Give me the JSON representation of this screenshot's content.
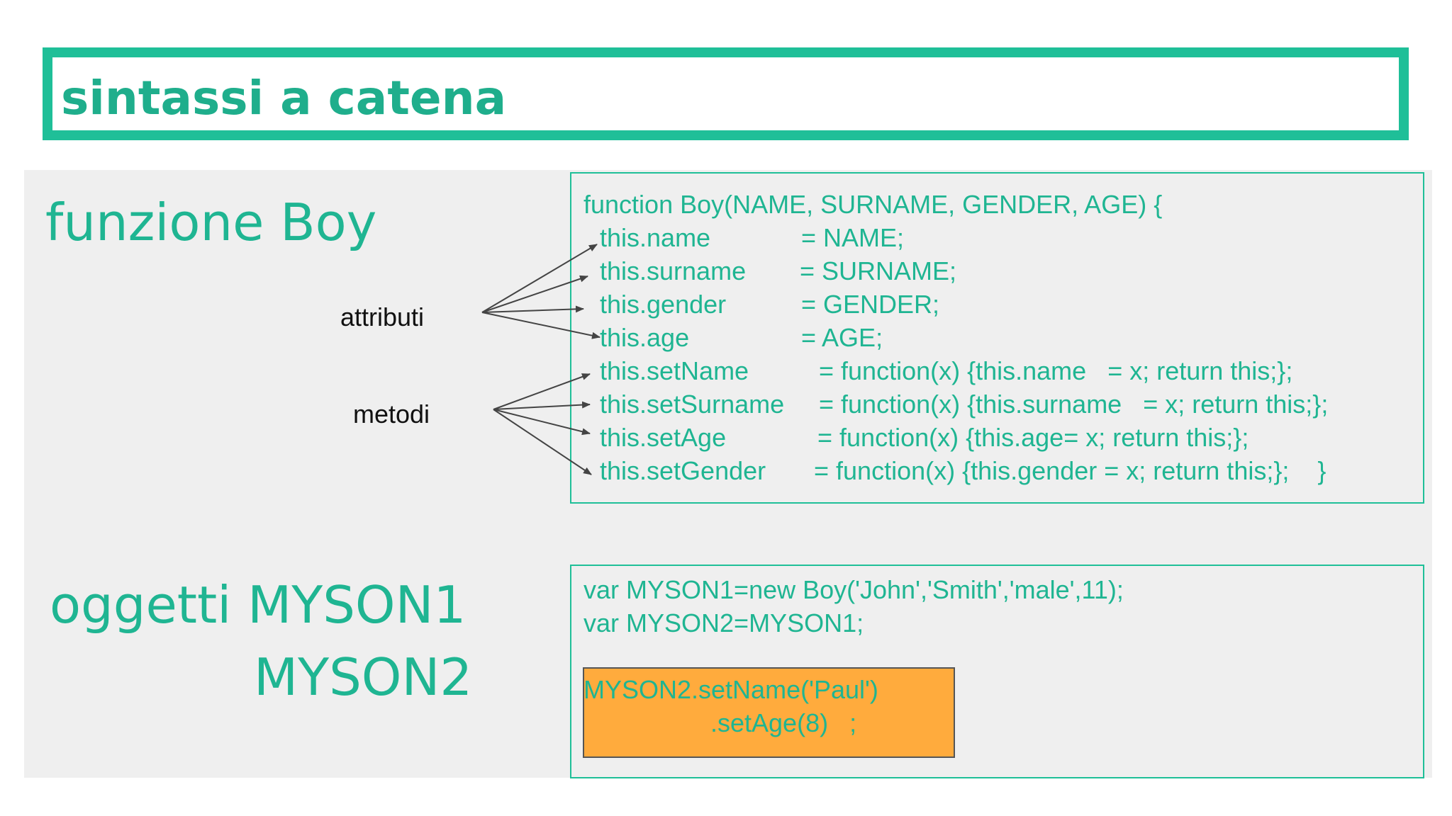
{
  "title": "sintassi a catena",
  "section_boy": "funzione Boy",
  "section_objects_line1": "oggetti MYSON1",
  "section_objects_line2": "MYSON2",
  "label_attributes": "attributi",
  "label_methods": "metodi",
  "function_code": [
    {
      "left": "function Boy(NAME, SURNAME, GENDER, AGE) {",
      "right": ""
    },
    {
      "left": "this.name",
      "right": "= NAME;"
    },
    {
      "left": "this.surname",
      "right": "= SURNAME;"
    },
    {
      "left": "this.gender",
      "right": "= GENDER;"
    },
    {
      "left": "this.age",
      "right": "= AGE;"
    },
    {
      "left": "this.setName",
      "right": "= function(x) {this.name   = x; return this;};"
    },
    {
      "left": "this.setSurname",
      "right": "= function(x) {this.surname   = x; return this;};"
    },
    {
      "left": "this.setAge",
      "right": "= function(x) {this.age= x; return this;};"
    },
    {
      "left": "this.setGender",
      "right": "= function(x) {this.gender = x; return this;};    }"
    }
  ],
  "object_code": [
    "var MYSON1=new Boy('John','Smith','male',11);",
    "var MYSON2=MYSON1;"
  ],
  "chain_code": [
    "MYSON2.setName('Paul')",
    ".setAge(8)   ;"
  ],
  "colors": {
    "accent": "#1fbf98",
    "text_green": "#1fb592",
    "highlight": "#ffab3d",
    "panel": "#efefef"
  }
}
